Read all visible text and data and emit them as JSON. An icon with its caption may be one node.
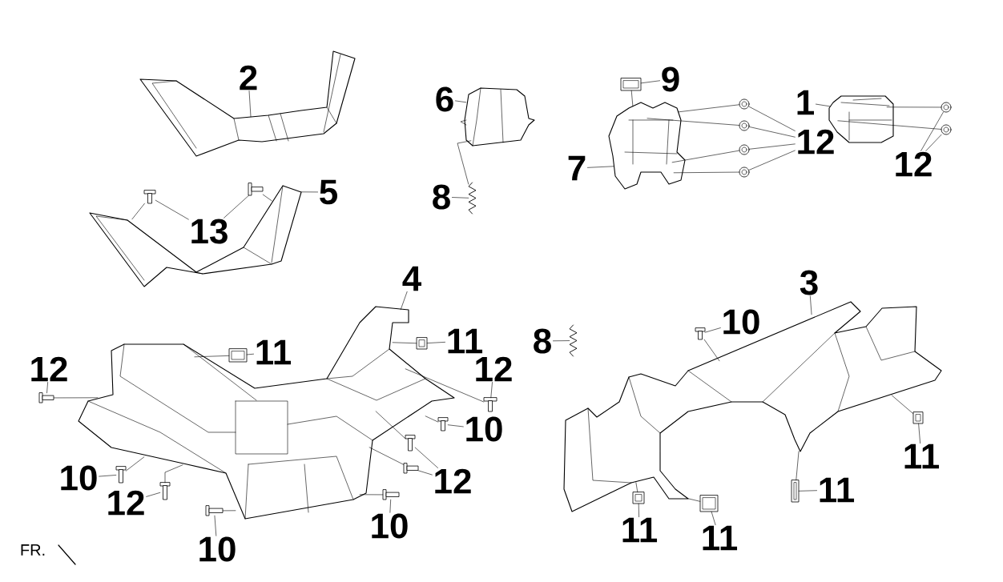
{
  "diagram": {
    "nodes": [
      {
        "text": [
          "2"
        ]
      },
      {
        "text": [],
        "shape": "picture"
      },
      {
        "text": [
          "6"
        ]
      },
      {
        "text": [],
        "shape": "picture"
      },
      {
        "text": [
          "8"
        ]
      },
      {
        "text": [],
        "shape": "picture"
      },
      {
        "text": [
          "9"
        ]
      },
      {
        "text": [],
        "shape": "picture"
      },
      {
        "text": [
          "1"
        ]
      },
      {
        "text": [],
        "shape": "picture"
      },
      {
        "text": [
          "12"
        ]
      },
      {
        "text": [],
        "shape": "picture"
      },
      {
        "text": [],
        "shape": "picture"
      },
      {
        "text": [],
        "shape": "picture"
      },
      {
        "text": [],
        "shape": "picture"
      },
      {
        "text": [
          "12"
        ]
      },
      {
        "text": [],
        "shape": "picture"
      },
      {
        "text": [],
        "shape": "picture"
      },
      {
        "text": [
          "7"
        ]
      },
      {
        "text": [],
        "shape": "picture"
      },
      {
        "text": [
          "5"
        ]
      },
      {
        "text": [],
        "shape": "picture"
      },
      {
        "text": [
          "13"
        ]
      },
      {
        "text": [],
        "shape": "picture"
      },
      {
        "text": [],
        "shape": "picture"
      },
      {
        "text": [
          "4"
        ]
      },
      {
        "text": [],
        "shape": "picture"
      },
      {
        "text": [
          "3"
        ]
      },
      {
        "text": [],
        "shape": "picture"
      },
      {
        "text": [
          "10"
        ]
      },
      {
        "text": [],
        "shape": "picture"
      },
      {
        "text": [
          "8"
        ]
      },
      {
        "text": [],
        "shape": "picture"
      },
      {
        "text": [
          "11"
        ]
      },
      {
        "text": [],
        "shape": "picture"
      },
      {
        "text": [
          "11"
        ]
      },
      {
        "text": [],
        "shape": "picture"
      },
      {
        "text": [
          "12"
        ]
      },
      {
        "text": [],
        "shape": "picture"
      },
      {
        "text": [
          "12"
        ]
      },
      {
        "text": [],
        "shape": "picture"
      },
      {
        "text": [
          "10"
        ]
      },
      {
        "text": [],
        "shape": "picture"
      },
      {
        "text": [
          "12"
        ]
      },
      {
        "text": [],
        "shape": "picture"
      },
      {
        "text": [],
        "shape": "picture"
      },
      {
        "text": [
          "10"
        ]
      },
      {
        "text": [],
        "shape": "picture"
      },
      {
        "text": [
          "12"
        ]
      },
      {
        "text": [],
        "shape": "picture"
      },
      {
        "text": [
          "10"
        ]
      },
      {
        "text": [],
        "shape": "picture"
      },
      {
        "text": [
          "10"
        ]
      },
      {
        "text": [],
        "shape": "picture"
      },
      {
        "text": [
          "11"
        ]
      },
      {
        "text": [],
        "shape": "picture"
      },
      {
        "text": [
          "11"
        ]
      },
      {
        "text": [],
        "shape": "picture"
      },
      {
        "text": [
          "11"
        ]
      },
      {
        "text": [],
        "shape": "picture"
      },
      {
        "text": [
          "11"
        ]
      },
      {
        "text": [],
        "shape": "picture"
      }
    ],
    "edges": [
      {
        "from": 0,
        "to": 1,
        "arrow": "none"
      },
      {
        "from": 2,
        "to": 3,
        "arrow": "none"
      },
      {
        "from": 4,
        "to": 5,
        "arrow": "none"
      },
      {
        "from": 5,
        "to": 3,
        "arrow": "none"
      },
      {
        "from": 6,
        "to": 7,
        "arrow": "none"
      },
      {
        "from": 7,
        "to": 19,
        "arrow": "none"
      },
      {
        "from": 18,
        "to": 19,
        "arrow": "none"
      },
      {
        "from": 8,
        "to": 9,
        "arrow": "none"
      },
      {
        "from": 10,
        "to": 11,
        "arrow": "none"
      },
      {
        "from": 10,
        "to": 12,
        "arrow": "none"
      },
      {
        "from": 10,
        "to": 13,
        "arrow": "none"
      },
      {
        "from": 10,
        "to": 14,
        "arrow": "none"
      },
      {
        "from": 11,
        "to": 19,
        "arrow": "none"
      },
      {
        "from": 12,
        "to": 19,
        "arrow": "none"
      },
      {
        "from": 13,
        "to": 19,
        "arrow": "none"
      },
      {
        "from": 14,
        "to": 19,
        "arrow": "none"
      },
      {
        "from": 15,
        "to": 16,
        "arrow": "none"
      },
      {
        "from": 15,
        "to": 17,
        "arrow": "none"
      },
      {
        "from": 16,
        "to": 9,
        "arrow": "none"
      },
      {
        "from": 17,
        "to": 9,
        "arrow": "none"
      },
      {
        "from": 20,
        "to": 21,
        "arrow": "none"
      },
      {
        "from": 22,
        "to": 23,
        "arrow": "none"
      },
      {
        "from": 22,
        "to": 24,
        "arrow": "none"
      },
      {
        "from": 23,
        "to": 21,
        "arrow": "none"
      },
      {
        "from": 24,
        "to": 21,
        "arrow": "none"
      },
      {
        "from": 25,
        "to": 26,
        "arrow": "none"
      },
      {
        "from": 27,
        "to": 28,
        "arrow": "none"
      },
      {
        "from": 29,
        "to": 30,
        "arrow": "none"
      },
      {
        "from": 30,
        "to": 28,
        "arrow": "none"
      },
      {
        "from": 31,
        "to": 32,
        "arrow": "none"
      },
      {
        "from": 33,
        "to": 34,
        "arrow": "none"
      },
      {
        "from": 34,
        "to": 26,
        "arrow": "none"
      },
      {
        "from": 35,
        "to": 36,
        "arrow": "none"
      },
      {
        "from": 36,
        "to": 26,
        "arrow": "none"
      },
      {
        "from": 37,
        "to": 38,
        "arrow": "none"
      },
      {
        "from": 38,
        "to": 26,
        "arrow": "none"
      },
      {
        "from": 39,
        "to": 40,
        "arrow": "none"
      },
      {
        "from": 40,
        "to": 26,
        "arrow": "none"
      },
      {
        "from": 41,
        "to": 42,
        "arrow": "none"
      },
      {
        "from": 42,
        "to": 26,
        "arrow": "none"
      },
      {
        "from": 43,
        "to": 44,
        "arrow": "none"
      },
      {
        "from": 43,
        "to": 45,
        "arrow": "none"
      },
      {
        "from": 44,
        "to": 26,
        "arrow": "none"
      },
      {
        "from": 45,
        "to": 26,
        "arrow": "none"
      },
      {
        "from": 46,
        "to": 47,
        "arrow": "none"
      },
      {
        "from": 47,
        "to": 26,
        "arrow": "none"
      },
      {
        "from": 48,
        "to": 49,
        "arrow": "none"
      },
      {
        "from": 49,
        "to": 26,
        "arrow": "none"
      },
      {
        "from": 50,
        "to": 51,
        "arrow": "none"
      },
      {
        "from": 51,
        "to": 26,
        "arrow": "none"
      },
      {
        "from": 52,
        "to": 53,
        "arrow": "none"
      },
      {
        "from": 53,
        "to": 26,
        "arrow": "none"
      },
      {
        "from": 54,
        "to": 55,
        "arrow": "none"
      },
      {
        "from": 55,
        "to": 28,
        "arrow": "none"
      },
      {
        "from": 56,
        "to": 57,
        "arrow": "none"
      },
      {
        "from": 57,
        "to": 28,
        "arrow": "none"
      },
      {
        "from": 58,
        "to": 59,
        "arrow": "none"
      },
      {
        "from": 59,
        "to": 28,
        "arrow": "none"
      },
      {
        "from": 60,
        "to": 61,
        "arrow": "none"
      },
      {
        "from": 61,
        "to": 28,
        "arrow": "none"
      }
    ],
    "labels": [
      "FR."
    ]
  }
}
